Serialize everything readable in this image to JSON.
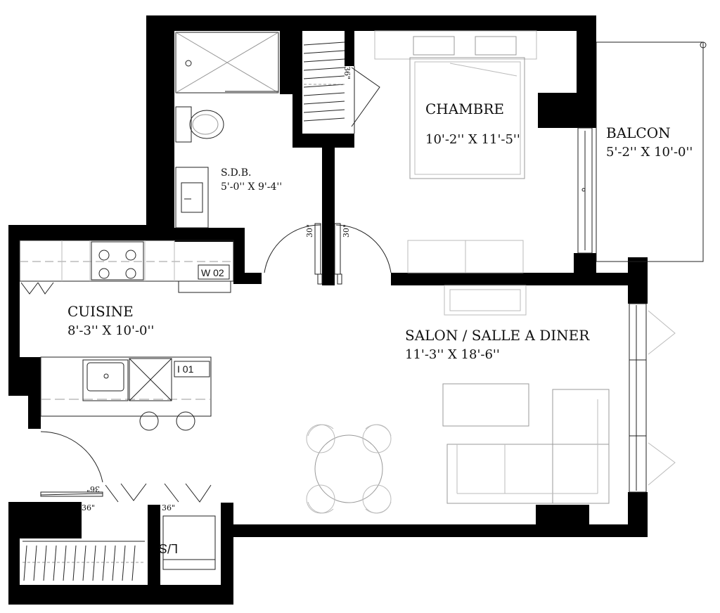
{
  "rooms": {
    "chambre": {
      "name": "CHAMBRE",
      "dims": "10'-2'' X 11'-5''"
    },
    "balcon": {
      "name": "BALCON",
      "dims": "5'-2'' X  10'-0''"
    },
    "sdb": {
      "name": "S.D.B.",
      "dims": "5'-0'' X 9'-4''"
    },
    "cuisine": {
      "name": "CUISINE",
      "dims": "8'-3''  X  10'-0''"
    },
    "salon": {
      "name": "SALON / SALLE A DINER",
      "dims": "11'-3''  X  18'-6''"
    }
  },
  "tags": {
    "w02": "W 02",
    "i01": "I 01",
    "ls": "L/S"
  },
  "door_widths": {
    "closet_bedroom": "36\"",
    "bath_door": "30\"",
    "bedroom_door": "30\"",
    "entry": "36\"",
    "closet_entry": "36\"",
    "closet_laundry": "36\""
  },
  "colors": {
    "wall": "#000000",
    "line": "#222222",
    "furniture": "#aaaaaa"
  }
}
